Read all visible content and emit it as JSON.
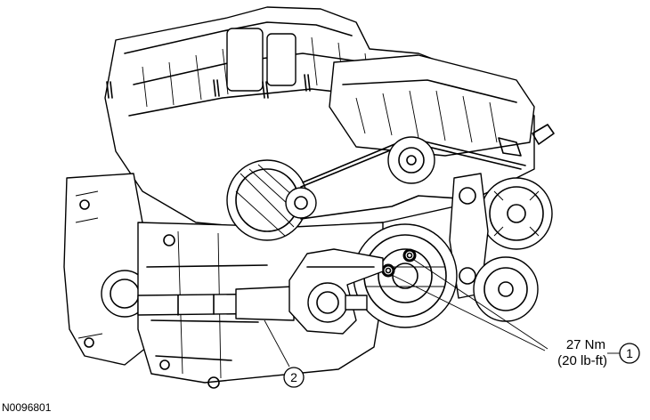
{
  "figure_id": "N0096801",
  "callouts": [
    {
      "number": "1",
      "torque_nm": "27 Nm",
      "torque_lbft": "(20 lb-ft)"
    },
    {
      "number": "2"
    }
  ],
  "colors": {
    "line": "#000000",
    "background": "#ffffff"
  }
}
